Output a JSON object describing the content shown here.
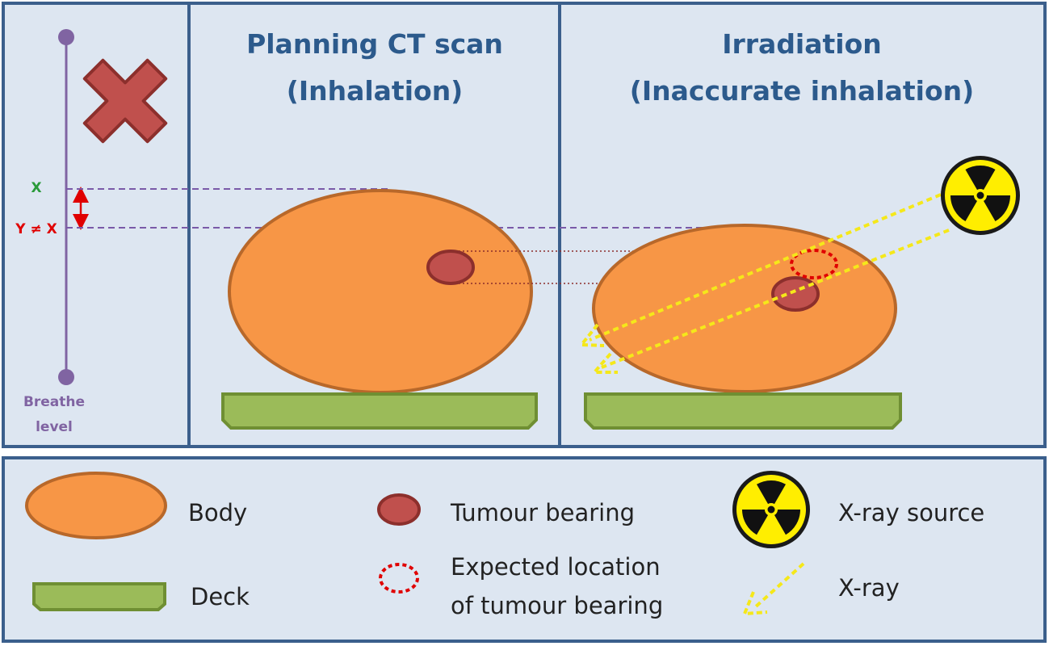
{
  "panels": {
    "planning": {
      "title_line1": "Planning CT scan",
      "title_line2": "(Inhalation)"
    },
    "irradiation": {
      "title_line1": "Irradiation",
      "title_line2": "(Inaccurate inhalation)"
    }
  },
  "breath_scale": {
    "label_x": "X",
    "label_y": "Y ≠ X",
    "caption_line1": "Breathe",
    "caption_line2": "level"
  },
  "legend": {
    "body": "Body",
    "deck": "Deck",
    "tumour": "Tumour bearing",
    "expected_line1": "Expected location",
    "expected_line2": "of tumour bearing",
    "source": "X-ray source",
    "xray": "X-ray"
  },
  "colors": {
    "panel_bg": "#dde6f1",
    "panel_border": "#3b5f8c",
    "body_fill": "#f79646",
    "body_stroke": "#b8682a",
    "tumour_fill": "#c0504d",
    "tumour_stroke": "#8c2f2c",
    "deck_fill": "#9bbb59",
    "deck_stroke": "#6f8f33",
    "xray": "#f5e81a",
    "scale": "#8064a2"
  },
  "icons": [
    "cross-icon",
    "radiation-icon",
    "double-arrow-icon"
  ]
}
